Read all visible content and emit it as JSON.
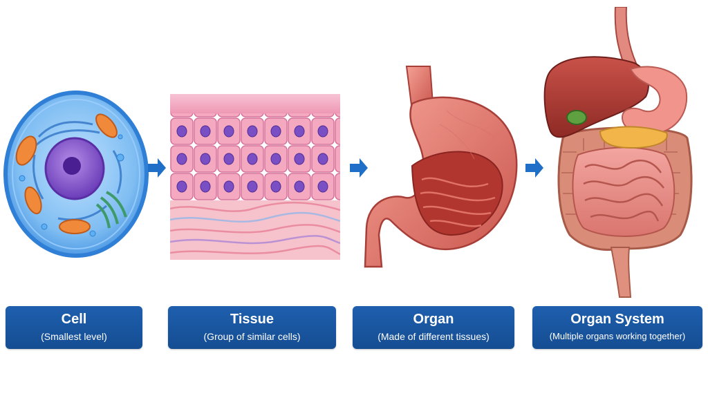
{
  "stages": [
    {
      "title": "Cell",
      "subtitle": "(Smallest level)"
    },
    {
      "title": "Tissue",
      "subtitle": "(Group of similar cells)"
    },
    {
      "title": "Organ",
      "subtitle": "(Made of different tissues)"
    },
    {
      "title": "Organ System",
      "subtitle": "(Multiple organs working together)"
    }
  ],
  "colors": {
    "label_bg": "#1a56a0",
    "arrow": "#1f6fc8",
    "cell_membrane": "#4a9be8",
    "nucleus": "#8a5ad0",
    "tissue": "#ef9fb8",
    "stomach": "#e0786e",
    "liver": "#a83a30"
  }
}
